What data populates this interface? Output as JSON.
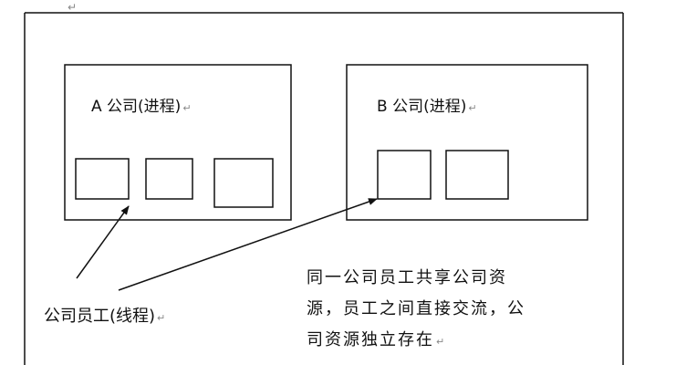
{
  "diagram": {
    "company_a": {
      "label": "A 公司(进程)",
      "threads": 3
    },
    "company_b": {
      "label": "B 公司(进程)",
      "threads": 2
    },
    "employee_label": "公司员工(线程)",
    "note_lines": [
      "同一公司员工共享公司资",
      "源，员工之间直接交流，公",
      "司资源独立存在"
    ],
    "return_mark": "↵",
    "line_color": "#111111"
  }
}
